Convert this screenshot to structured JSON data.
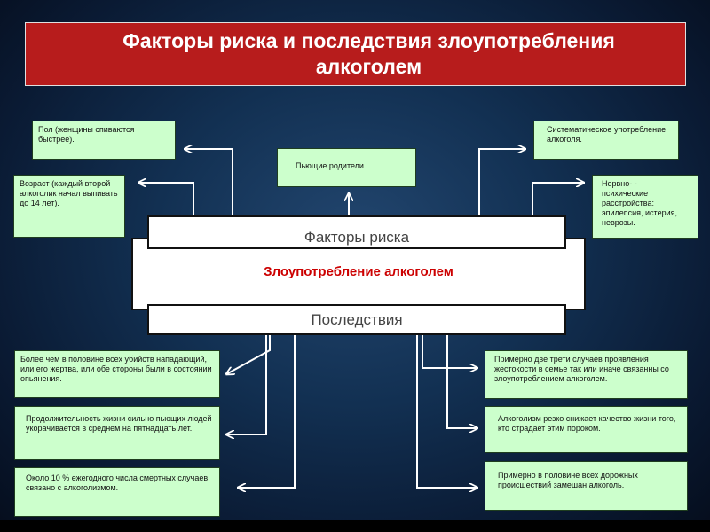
{
  "title": "Факторы риска и последствия злоупотребления алкоголем",
  "center": {
    "factors_label": "Факторы риска",
    "main_label": "Злоупотребление алкоголем",
    "consequences_label": "Последствия"
  },
  "risk_factors": {
    "gender": "Пол (женщины спиваются быстрее).",
    "age": "Возраст (каждый второй алкоголик начал выпивать до 14 лет).",
    "parents": "Пьющие родители.",
    "systematic": "Систематическое употребление алкоголя.",
    "neuro": "Нервно-                      -\nпсихические расстройства: эпилепсия, истерия, неврозы."
  },
  "consequences": {
    "murders": "Более чем в половине всех убийств нападающий, или его жертва, или        обе стороны были в состоянии опьянения.",
    "life_expectancy": "Продолжительность жизни сильно пьющих людей укорачивается в среднем на пятнадцать лет.",
    "deaths": "Около 10 % ежегодного числа смертных случаев связано с алкоголизмом.",
    "family_violence": "Примерно две трети случаев проявления жестокости в семье так или иначе связанны со  злоупотреблением алкоголем.",
    "quality_of_life": "Алкоголизм резко снижает качество жизни того, кто страдает этим пороком.",
    "road_accidents": "Примерно в половине всех дорожных происшествий замешан алкоголь."
  },
  "colors": {
    "title_bg": "#b71c1c",
    "note_bg": "#ccffcc",
    "main_label": "#cc0000",
    "arrow": "#ffffff"
  }
}
